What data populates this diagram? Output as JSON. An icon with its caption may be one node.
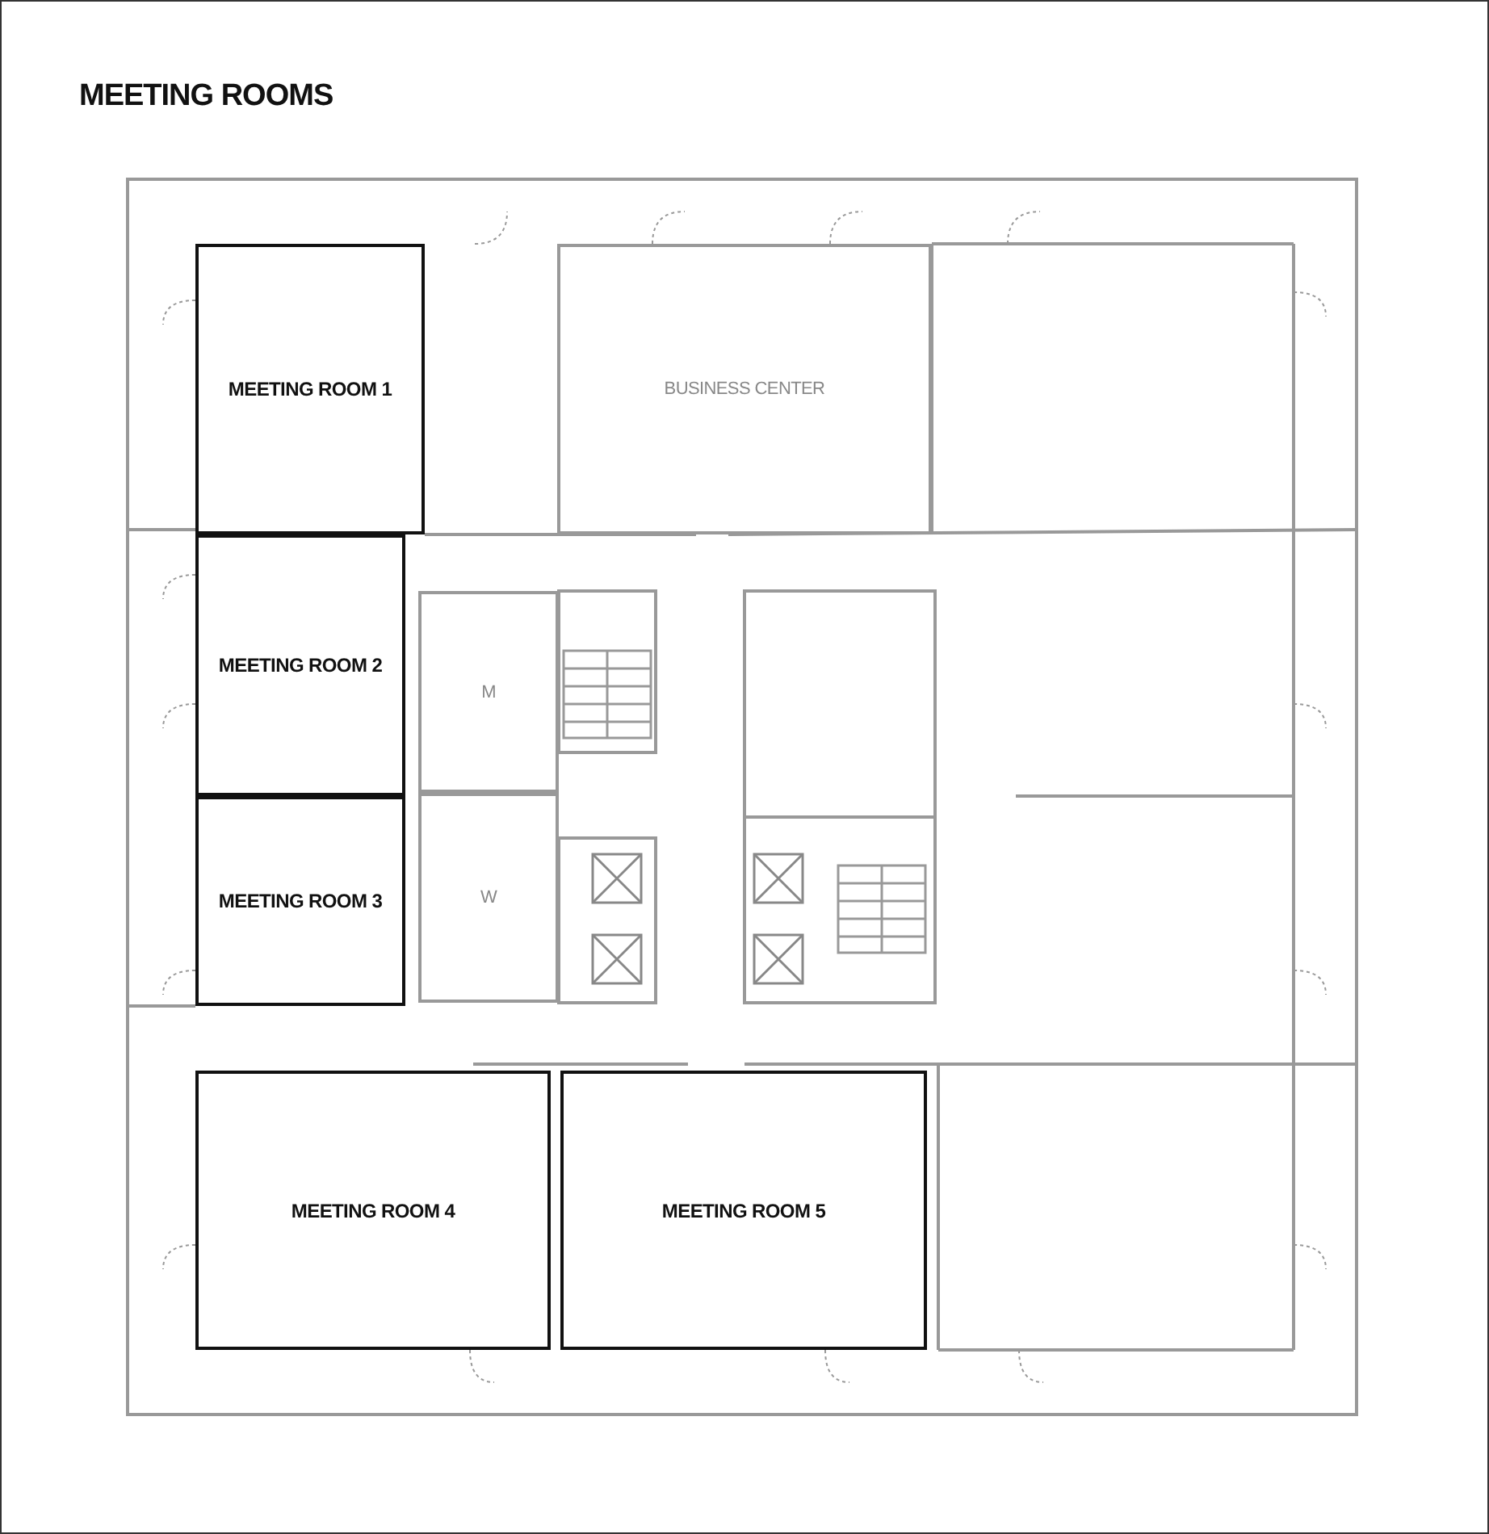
{
  "diagram": {
    "title": "MEETING ROOMS",
    "nodes": [
      {
        "text": [
          "MEETING ROOM 1"
        ]
      },
      {
        "text": [
          "BUSINESS CENTER"
        ]
      },
      {
        "text": [
          "MEETING ROOM 2"
        ]
      },
      {
        "text": [
          "M"
        ]
      },
      {
        "text": [
          "MEETING ROOM 3"
        ]
      },
      {
        "text": [
          "W"
        ]
      },
      {
        "text": [
          "MEETING ROOM 4"
        ]
      },
      {
        "text": [
          "MEETING ROOM 5"
        ]
      }
    ]
  }
}
